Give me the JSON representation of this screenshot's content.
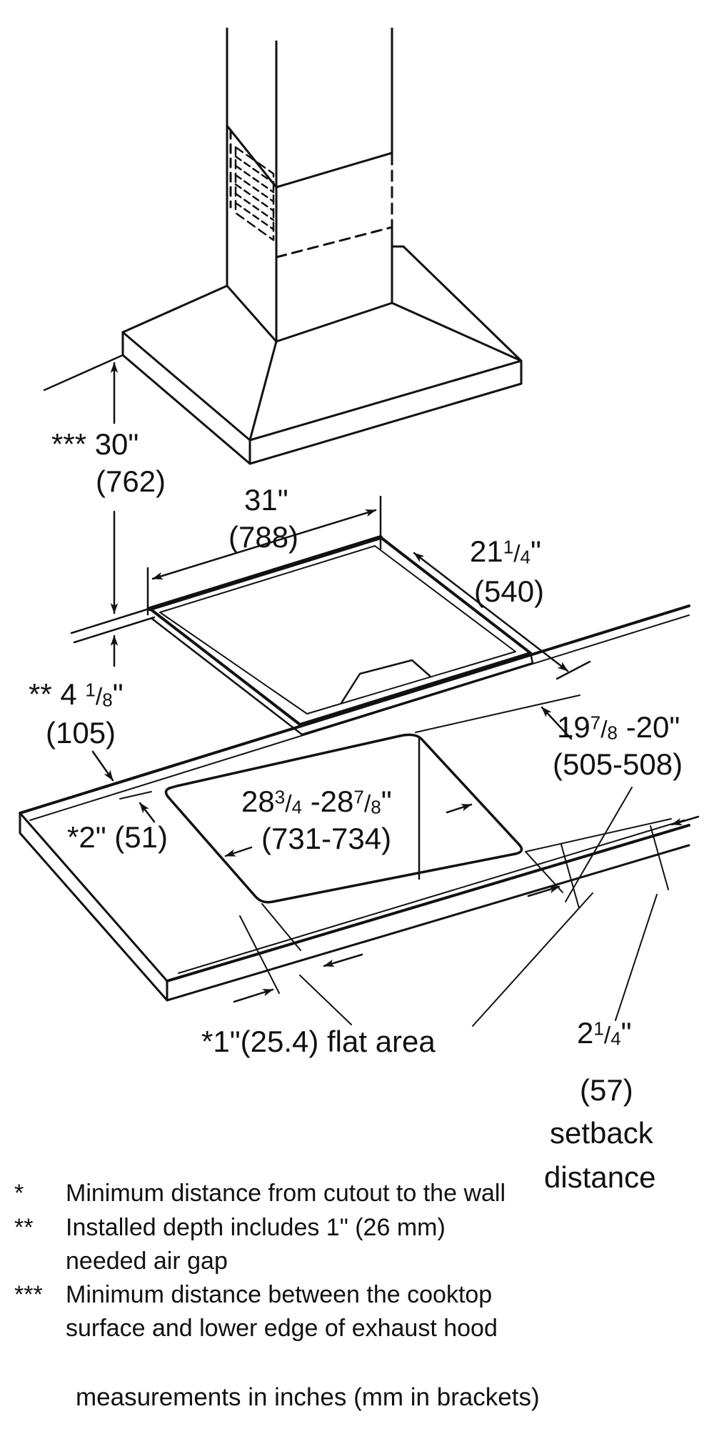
{
  "ui": {
    "slash": "/"
  },
  "diagram": {
    "title_semantic": "cooktop and exhaust hood installation dimensions",
    "dims": {
      "hood_height": {
        "label": "*** 30\"",
        "mm": "(762)"
      },
      "cooktop_width": {
        "label": "31\"",
        "mm": "(788)"
      },
      "cooktop_depth": {
        "whole": "21",
        "num": "1",
        "den": "4",
        "unit": "\"",
        "mm": "(540)"
      },
      "installed_depth": {
        "prefix": "** 4 ",
        "num": "1",
        "den": "8",
        "unit": "\"",
        "mm": "(105)"
      },
      "cutout_depth": {
        "whole": "19",
        "num": "7",
        "den": "8",
        "range": " -20\"",
        "mm": "(505-508)"
      },
      "cutout_width": {
        "w1": "28",
        "n1": "3",
        "d1": "4",
        "w2": " -28",
        "n2": "7",
        "d2": "8",
        "unit": "\"",
        "mm": "(731-734)"
      },
      "wall_clearance": {
        "label": "*2\" (51)"
      },
      "flat_area": {
        "label": "*1\"(25.4) flat area"
      },
      "setback": {
        "whole": "2",
        "num": "1",
        "den": "4",
        "unit": "\"",
        "mm": "(57)",
        "word1": "setback",
        "word2": "distance"
      }
    },
    "footnotes": [
      {
        "marker": "*",
        "line1": "Minimum distance from cutout to the wall",
        "line2": ""
      },
      {
        "marker": "**",
        "line1": "Installed depth includes 1\" (26 mm)",
        "line2": "needed air gap"
      },
      {
        "marker": "***",
        "line1": "Minimum distance between the cooktop",
        "line2": "surface and lower edge of exhaust hood"
      }
    ],
    "caption": "measurements in inches (mm in brackets)"
  }
}
